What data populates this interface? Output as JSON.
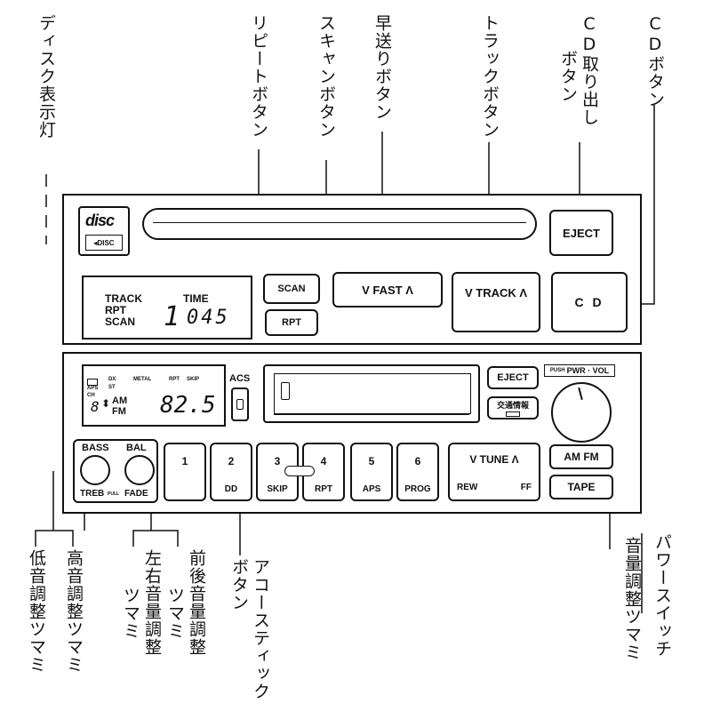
{
  "callouts": {
    "disc_indicator": "ディスク表示灯",
    "repeat_button": "リピートボタン",
    "scan_button": "スキャンボタン",
    "fast_forward_button": "早送りボタン",
    "track_button": "トラックボタン",
    "cd_eject_button_line1": "CD取り出し",
    "cd_eject_button_line2": "ボタン",
    "cd_button": "CDボタン",
    "bass_knob": "低音調整ツマミ",
    "treble_knob": "高音調整ツマミ",
    "balance_knob_line1": "左右音量調整",
    "balance_knob_line2": "ツマミ",
    "fader_knob_line1": "前後音量調整",
    "fader_knob_line2": "ツマミ",
    "acoustic_button_line1": "アコースティック",
    "acoustic_button_line2": "ボタン",
    "power_switch_line1": "パワースイッチ",
    "power_switch_line2": "音量調整ツマミ"
  },
  "cd_unit": {
    "disc_logo": "disc",
    "disc_small": "DISC",
    "eject": "EJECT",
    "scan": "SCAN",
    "fast": "V  FAST  Λ",
    "track": "V TRACK Λ",
    "cd": "C D",
    "rpt": "RPT",
    "display": {
      "track": "TRACK",
      "rpt": "RPT",
      "scan": "SCAN",
      "time": "TIME",
      "track_no": "1",
      "time_value": "045"
    }
  },
  "radio_unit": {
    "display": {
      "dx": "DX",
      "metal": "METAL",
      "rpt": "RPT",
      "skip": "SKIP",
      "aps": "APS",
      "st": "ST",
      "ch": "CH",
      "am": "AM",
      "fm": "FM",
      "channel": "8",
      "frequency": "82.5"
    },
    "acs": "ACS",
    "eject": "EJECT",
    "traffic_info": "交通情報",
    "push_pwr_vol": "PWR · VOL",
    "push": "PUSH",
    "bass": "BASS",
    "bal": "BAL",
    "treb": "TREB",
    "pull": "PULL",
    "fade": "FADE",
    "presets": [
      {
        "num": "1",
        "sub": ""
      },
      {
        "num": "2",
        "sub": "DD"
      },
      {
        "num": "3",
        "sub": "SKIP"
      },
      {
        "num": "4",
        "sub": "RPT"
      },
      {
        "num": "5",
        "sub": "APS"
      },
      {
        "num": "6",
        "sub": "PROG"
      }
    ],
    "tune": "V  TUNE  Λ",
    "rew": "REW",
    "ff": "FF",
    "am_fm": "AM FM",
    "tape": "TAPE"
  }
}
